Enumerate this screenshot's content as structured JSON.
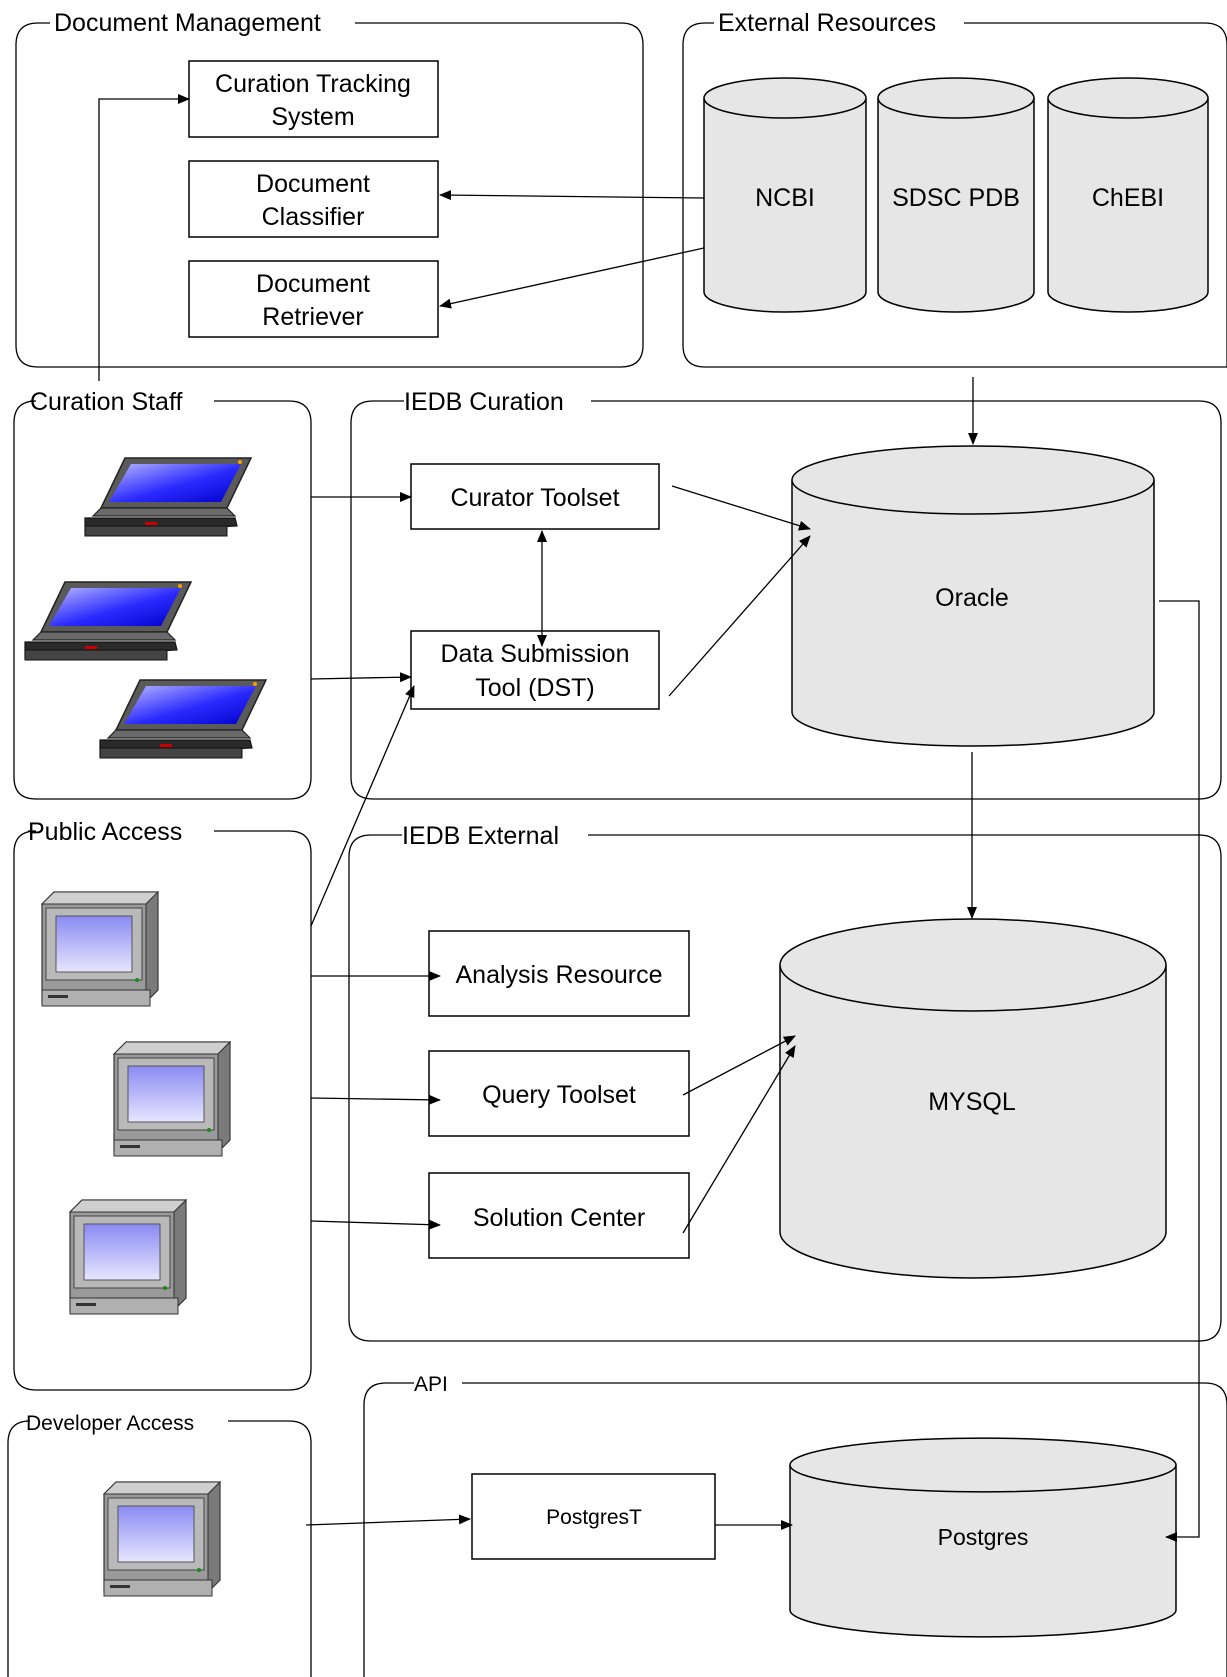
{
  "groups": {
    "document_management": "Document Management",
    "external_resources": "External Resources",
    "curation_staff": "Curation Staff",
    "iedb_curation": "IEDB Curation",
    "public_access": "Public Access",
    "iedb_external": "IEDB External",
    "developer_access": "Developer Access",
    "api": "API"
  },
  "boxes": {
    "curation_tracking": [
      "Curation Tracking",
      "System"
    ],
    "document_classifier": [
      "Document",
      "Classifier"
    ],
    "document_retriever": [
      "Document",
      "Retriever"
    ],
    "curator_toolset": "Curator Toolset",
    "dst": [
      "Data Submission",
      "Tool (DST)"
    ],
    "analysis_resource": "Analysis Resource",
    "query_toolset": "Query Toolset",
    "solution_center": "Solution Center",
    "postgrest": "PostgresT"
  },
  "databases": {
    "ncbi": "NCBI",
    "sdsc_pdb": "SDSC PDB",
    "chebi": "ChEBI",
    "oracle": "Oracle",
    "mysql": "MYSQL",
    "postgres": "Postgres"
  },
  "icons": {
    "laptop": "laptop-icon",
    "desktop": "desktop-computer-icon"
  },
  "colors": {
    "database_fill": "#e6e6e6",
    "screen_blue": "#2020ff",
    "monitor_screen": "#a8a8f4"
  }
}
